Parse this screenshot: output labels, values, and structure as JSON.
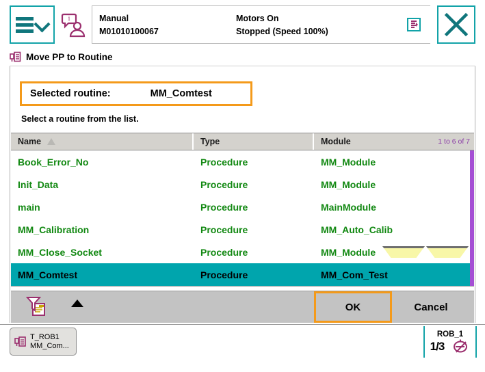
{
  "window": {
    "title": "Move PP to Routine"
  },
  "topbar": {
    "menu_icon": "hamburger-menu-icon",
    "menu_chevron_icon": "chevron-down-icon",
    "operator_icon": "operator-info-icon",
    "mode_label": "Manual",
    "system_id": "M01010100067",
    "motors_state": "Motors On",
    "program_state": "Stopped (Speed 100%)",
    "sysinfo_icon": "system-info-icon",
    "close_icon": "close-icon"
  },
  "breadcrumb": {
    "icon": "move-pp-icon",
    "title": "Move PP to Routine"
  },
  "selected_routine": {
    "label": "Selected routine:",
    "value": "MM_Comtest",
    "highlight_color": "#f49a1a"
  },
  "hint": "Select a routine from the list.",
  "table": {
    "columns": [
      "Name",
      "Type",
      "Module"
    ],
    "sort_indicator": "sort-ascending-icon",
    "range_text": "1 to 6 of 7",
    "rows": [
      {
        "name": "Book_Error_No",
        "type": "Procedure",
        "module": "MM_Module",
        "selected": false
      },
      {
        "name": "Init_Data",
        "type": "Procedure",
        "module": "MM_Module",
        "selected": false
      },
      {
        "name": "main",
        "type": "Procedure",
        "module": "MainModule",
        "selected": false
      },
      {
        "name": "MM_Calibration",
        "type": "Procedure",
        "module": "MM_Auto_Calib",
        "selected": false
      },
      {
        "name": "MM_Close_Socket",
        "type": "Procedure",
        "module": "MM_Module",
        "selected": false
      },
      {
        "name": "MM_Comtest",
        "type": "Procedure",
        "module": "MM_Com_Test",
        "selected": true
      }
    ],
    "scrollbar_color": "#a54fd4",
    "row_text_color": "#118811",
    "selected_row_color": "#00a5ad"
  },
  "actionbar": {
    "filter_icon": "filter-icon",
    "scroll_up_icon": "scroll-up-arrow-icon",
    "ok_label": "OK",
    "cancel_label": "Cancel"
  },
  "taskbar": {
    "task_icon": "program-task-icon",
    "task_name": "T_ROB1",
    "task_program": "MM_Com...",
    "robot_name": "ROB_1",
    "robot_fraction": "1/3",
    "robot_icon": "robot-status-icon"
  }
}
